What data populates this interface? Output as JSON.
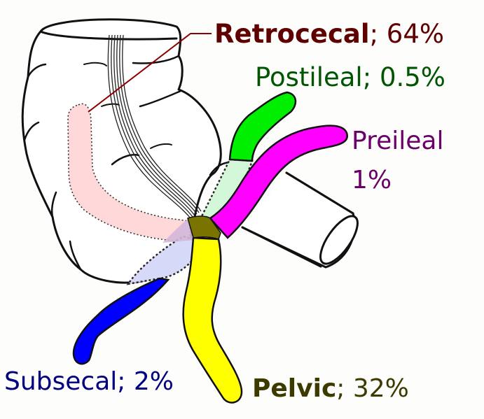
{
  "diagram": {
    "subject": "Appendix positions relative to cecum",
    "labels": {
      "retrocecal": {
        "name": "Retrocecal",
        "sep": "; ",
        "percent": "64%",
        "color": "#5f0000"
      },
      "postileal": {
        "name": "Postileal",
        "sep": "; ",
        "percent": "0.5%",
        "color": "#005500"
      },
      "preileal": {
        "name": "Preileal",
        "percent": "1%",
        "color": "#6a0069"
      },
      "subsecal": {
        "name": "Subsecal",
        "sep": "; ",
        "percent": "2%",
        "color": "#000080"
      },
      "pelvic": {
        "name": "Pelvic",
        "sep": "; ",
        "percent": "32%",
        "color": "#3d3a00"
      }
    },
    "appendix_colors": {
      "retrocecal": "#ffd9d9",
      "postileal": "#00ee00",
      "postileal_hidden": "#d4f7d9",
      "preileal": "#ff00ff",
      "subsecal": "#0000ff",
      "subsecal_hidden": "#d6d9f7",
      "pelvic": "#ffff00",
      "base": "#7a7300",
      "overlap": "#d4b6d9",
      "leader_line": "#8b0000"
    }
  }
}
